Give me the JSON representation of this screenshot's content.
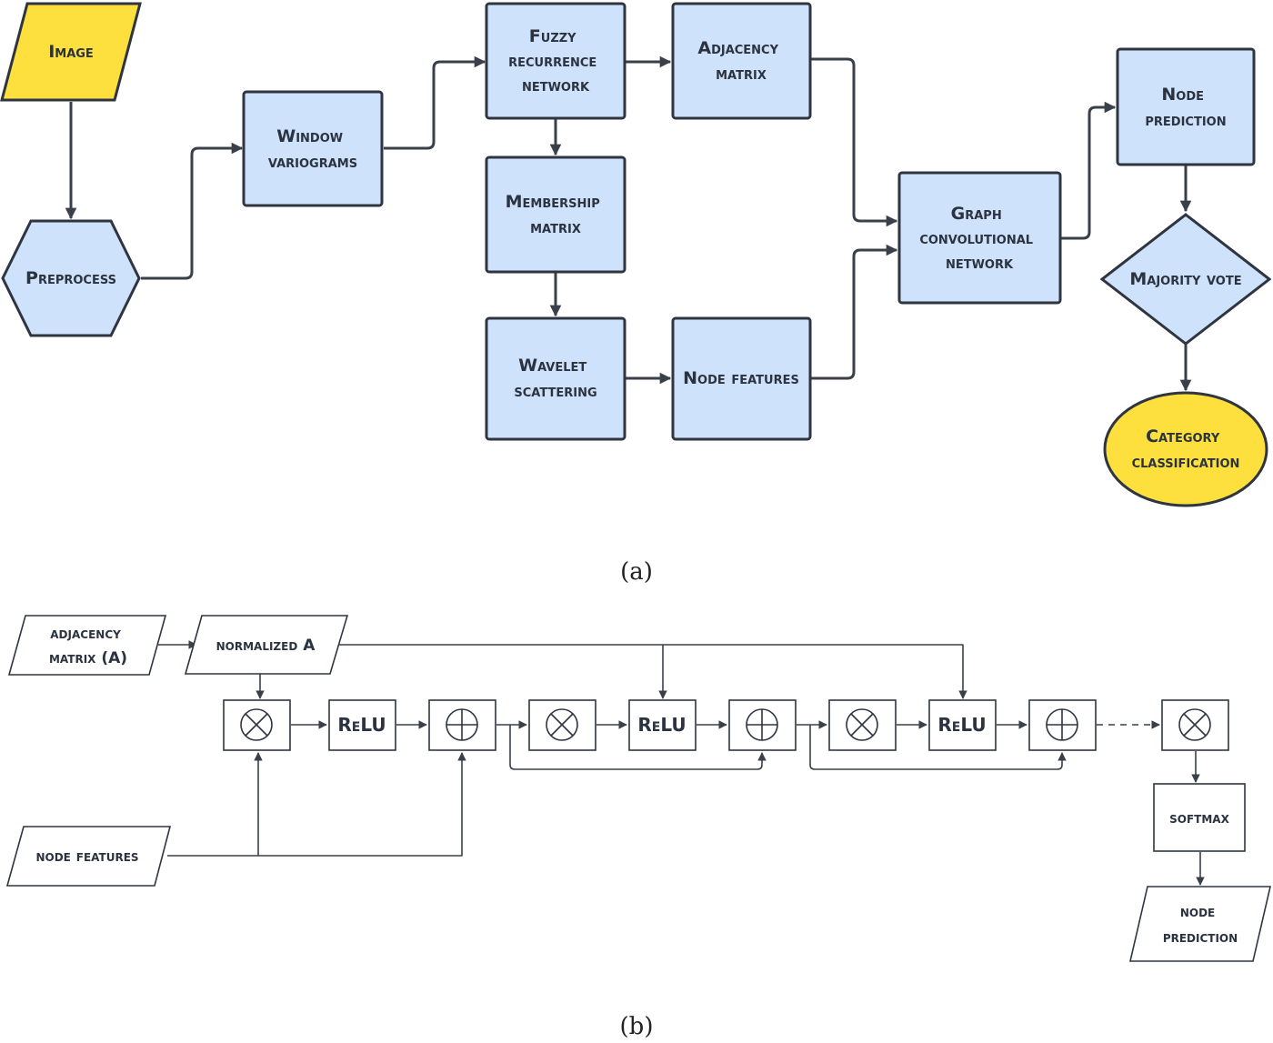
{
  "colors": {
    "process_fill": "#cfe2fb",
    "terminal_fill": "#fde03d",
    "stroke": "#2f3540",
    "op_fill": "#ffffff"
  },
  "panel_a": {
    "caption": "(a)",
    "nodes": {
      "image": [
        "Image"
      ],
      "preprocess": [
        "Preprocess"
      ],
      "window_variograms": [
        "Window",
        "variograms"
      ],
      "fuzzy_recurrence_network": [
        "Fuzzy",
        "recurrence",
        "network"
      ],
      "adjacency_matrix": [
        "Adjacency",
        "matrix"
      ],
      "membership_matrix": [
        "Membership",
        "matrix"
      ],
      "wavelet_scattering": [
        "Wavelet",
        "scattering"
      ],
      "node_features": [
        "Node features"
      ],
      "graph_convolutional_network": [
        "Graph",
        "convolutional",
        "network"
      ],
      "node_prediction": [
        "Node",
        "prediction"
      ],
      "majority_vote": [
        "Majority vote"
      ],
      "category_classification": [
        "Category",
        "classification"
      ]
    }
  },
  "panel_b": {
    "caption": "(b)",
    "nodes": {
      "adjacency_matrix_a": [
        "adjacency",
        "matrix (A)"
      ],
      "normalized_a": [
        "normalized A"
      ],
      "node_features": [
        "node features"
      ],
      "relu_1": [
        "ReLU"
      ],
      "relu_2": [
        "ReLU"
      ],
      "relu_3": [
        "ReLU"
      ],
      "softmax": [
        "softmax"
      ],
      "node_prediction": [
        "node",
        "prediction"
      ]
    },
    "operators": {
      "multiply": "multiply-operator",
      "add": "add-operator"
    }
  }
}
